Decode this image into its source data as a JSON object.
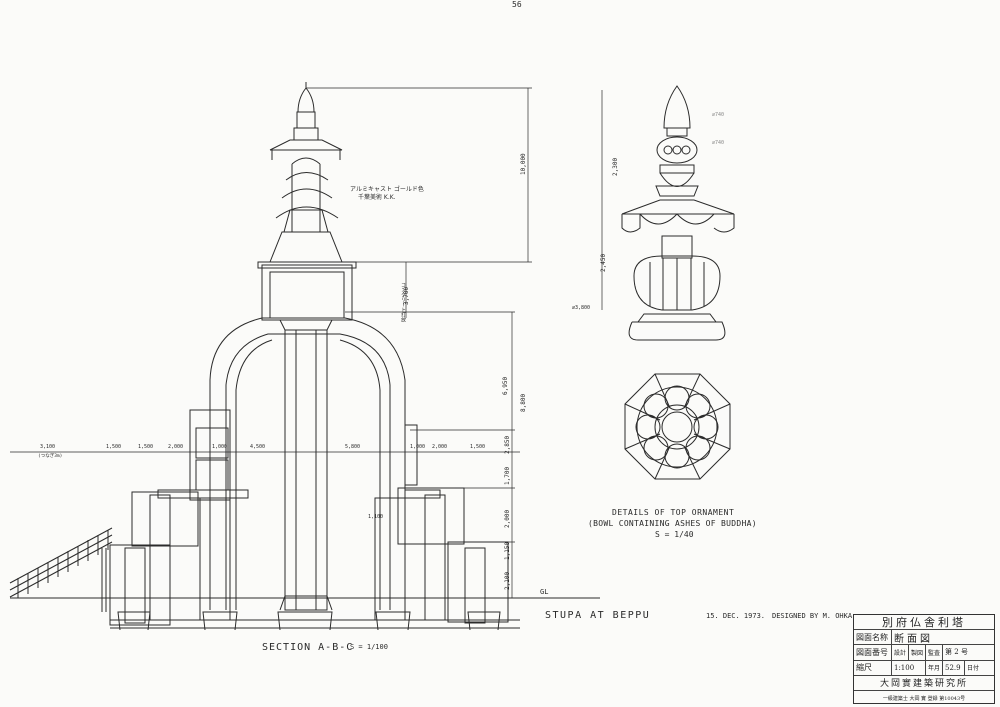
{
  "sheet": {
    "sheet_number": "56",
    "stamp_text": "STUPA AT BEPPU",
    "date": "15. DEC. 1973.",
    "designed_by": "DESIGNED BY M. OHKA"
  },
  "section": {
    "title": "SECTION A-B-C",
    "scale": "S = 1/100",
    "material_note_line1": "アルミキャスト ゴールド色",
    "material_note_line2": "千葉美術 K.K.",
    "vertical_note": "コンクリート打放",
    "ground_label": "GL",
    "dimensions_horizontal": [
      "3,100",
      "1,500",
      "1,500",
      "2,000",
      "1,000",
      "4,500",
      "5,800",
      "1,000",
      "2,000",
      "1,500"
    ],
    "dimension_subnote": "(つなぎ3m)",
    "dimensions_vertical": [
      "10,000",
      "3,700",
      "8,800",
      "6,950",
      "2,850",
      "1,700",
      "2,000",
      "1,150",
      "2,100"
    ],
    "inner_dimension": "1,100"
  },
  "ornament": {
    "title_line1": "DETAILS OF TOP ORNAMENT",
    "title_line2": "(BOWL CONTAINING ASHES OF BUDDHA)",
    "scale": "S = 1/40",
    "dimensions": [
      "2,300",
      "2,450",
      "⌀3,800"
    ],
    "side_notes": [
      "⌀740",
      "⌀740"
    ]
  },
  "title_block": {
    "project_name": "別府仏舎利塔",
    "drawing_name_label": "図面名称",
    "drawing_name": "断面図",
    "drawing_no_label": "図面番号",
    "set_label": "設計",
    "approve_label": "製図",
    "check_label": "監査",
    "sheet_no_label": "第",
    "sheet_no_value": "2",
    "sheet_no_unit": "号",
    "scale_label": "縮尺",
    "scale_value": "1:100",
    "date_label": "年月",
    "date_value": "52.9",
    "date_extra": "日付",
    "office": "大岡實建築研究所",
    "office_sub": "一級建築士 大岡 實 登録 第10043号"
  }
}
